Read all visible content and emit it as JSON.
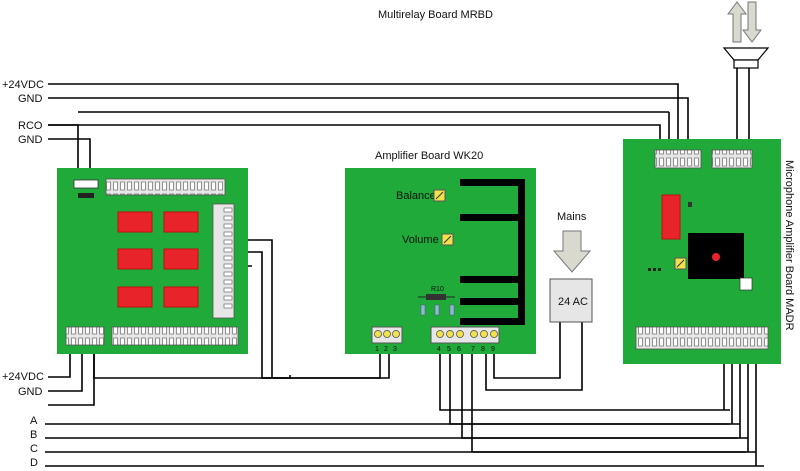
{
  "diagram": {
    "title": "Multirelay Board MRBD",
    "amp_title": "Amplifier Board WK20",
    "mic_title": "Microphone Amplifier Board MADR",
    "mains_label": "Mains",
    "transformer_label": "24 AC",
    "balance_label": "Balance",
    "volume_label": "Volume",
    "resistor_label": "R10",
    "left_top": [
      "+24VDC",
      "GND",
      "RCO",
      "GND"
    ],
    "left_bottom": [
      "+24VDC",
      "GND"
    ],
    "bus": [
      "A",
      "B",
      "C",
      "D"
    ],
    "amp_terms_a": [
      "1",
      "2",
      "3"
    ],
    "amp_terms_b": [
      "4",
      "5",
      "6",
      "7",
      "8",
      "9"
    ]
  },
  "colors": {
    "board": "#1faa3a",
    "relay": "#e8242a",
    "terminal": "#e6e6e6",
    "screw": "#f2e24a",
    "chip": "#000000",
    "arrow": "#d9d9cf"
  }
}
